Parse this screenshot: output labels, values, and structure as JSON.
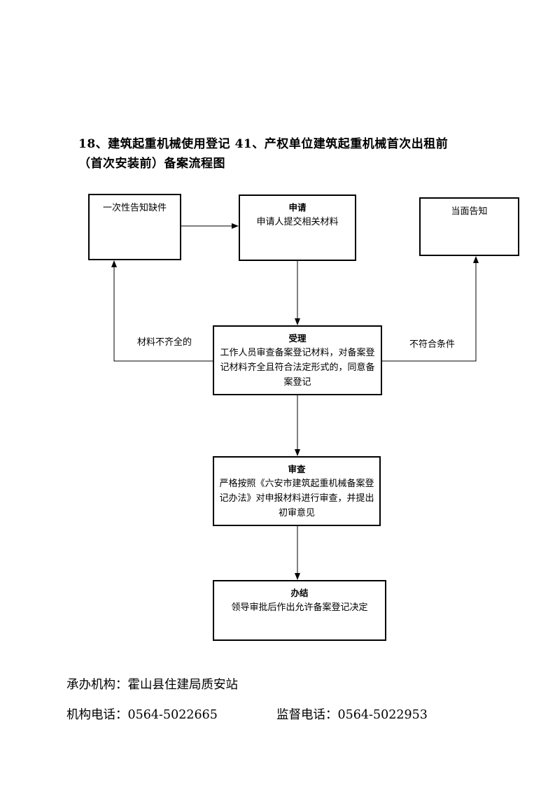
{
  "title": {
    "line1": "18、建筑起重机械使用登记 41、产权单位建筑起重机械首次出租前",
    "line2": "（首次安装前）备案流程图"
  },
  "nodes": {
    "missing": {
      "body": "一次性告知缺件"
    },
    "apply": {
      "header": "申请",
      "body": "申请人提交相关材料"
    },
    "notify": {
      "body": "当面告知"
    },
    "accept": {
      "header": "受理",
      "body": "工作人员审查备案登记材料，对备案登记材料齐全且符合法定形式的，同意备案登记"
    },
    "review": {
      "header": "审查",
      "body": "严格按照《六安市建筑起重机械备案登记办法》对申报材料进行审查，并提出初审意见"
    },
    "finish": {
      "header": "办结",
      "body": "领导审批后作出允许备案登记决定"
    }
  },
  "edges": {
    "incomplete": "材料不齐全的",
    "nonconform": "不符合条件"
  },
  "footer": {
    "org": "承办机构：霍山县住建局质安站",
    "phone": "机构电话：0564-5022665",
    "supervise": "监督电话：0564-5022953"
  }
}
